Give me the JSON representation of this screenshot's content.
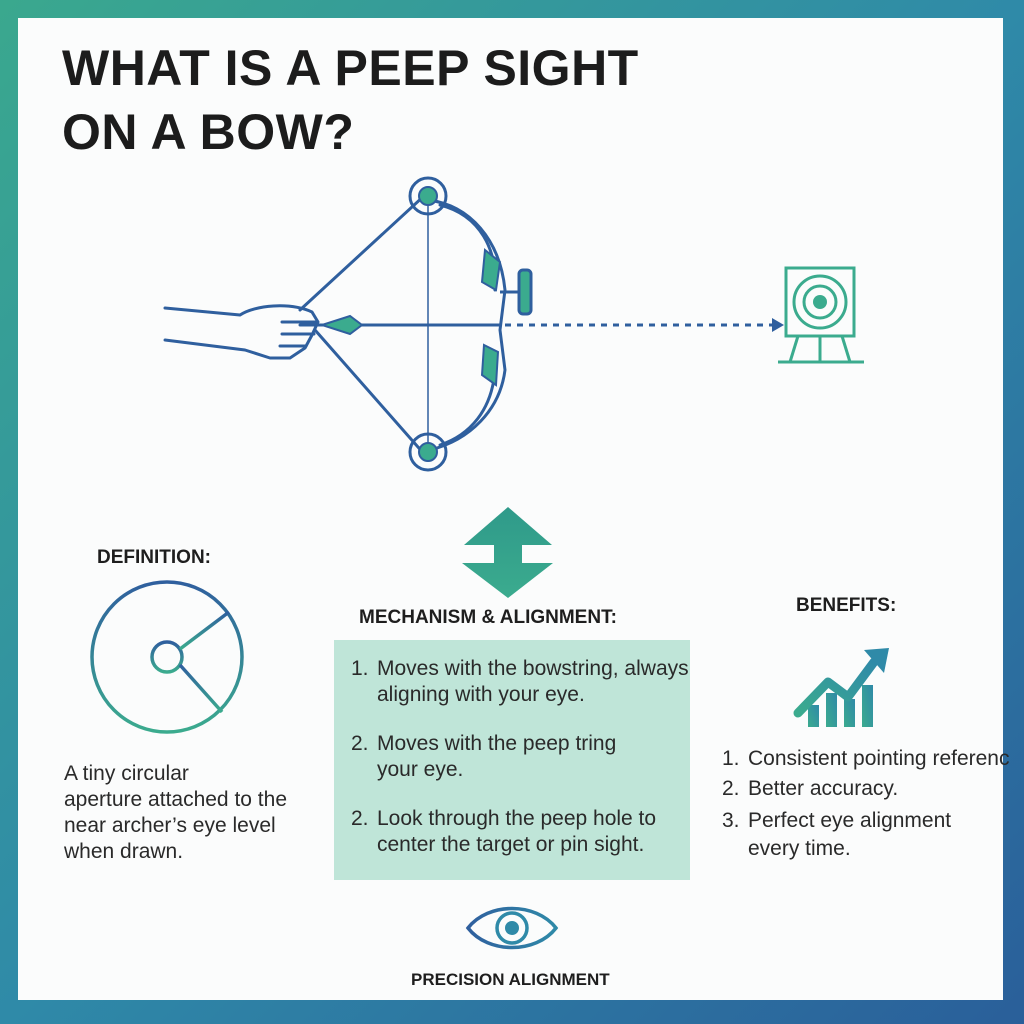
{
  "title": {
    "line1": "WHAT IS A PEEP SIGHT",
    "line2": "ON A BOW?"
  },
  "colors": {
    "blue": "#2f5f9e",
    "teal": "#3bab8e",
    "mint_panel": "#bfe5d8",
    "frame_gradient": [
      "#3aa88e",
      "#2f8aa8",
      "#2a5f9a"
    ]
  },
  "definition": {
    "heading": "DEFINITION:",
    "icon": "peep-sight-circle-icon",
    "lines": [
      "A tiny circular",
      "aperture attached to the",
      "near archer’s eye level",
      "when drawn."
    ]
  },
  "mechanism": {
    "heading": "MECHANISM & ALIGNMENT:",
    "icon": "vertical-double-arrow-icon",
    "items": [
      {
        "num": "1.",
        "line1": "Moves with the bowstring, always",
        "line2": "aligning with your eye."
      },
      {
        "num": "2.",
        "line1": "Moves with the peep tring",
        "line2": "your eye."
      },
      {
        "num": "2.",
        "line1": "Look through the peep hole to",
        "line2": "center the target or pin sight."
      }
    ]
  },
  "benefits": {
    "heading": "BENEFITS:",
    "icon": "rising-bar-chart-icon",
    "items": [
      {
        "num": "1.",
        "line1": "Consistent pointing referenc",
        "line2": ""
      },
      {
        "num": "2.",
        "line1": "Better accuracy.",
        "line2": ""
      },
      {
        "num": "3.",
        "line1": "Perfect eye alignment",
        "line2": "every time."
      }
    ]
  },
  "footer": {
    "icon": "eye-icon",
    "label": "PRECISION ALIGNMENT"
  },
  "illustration": {
    "bow_icon": "compound-bow-icon",
    "hand_icon": "drawing-hand-icon",
    "target_icon": "target-on-stand-icon",
    "arrow_icon": "arrow-icon"
  }
}
